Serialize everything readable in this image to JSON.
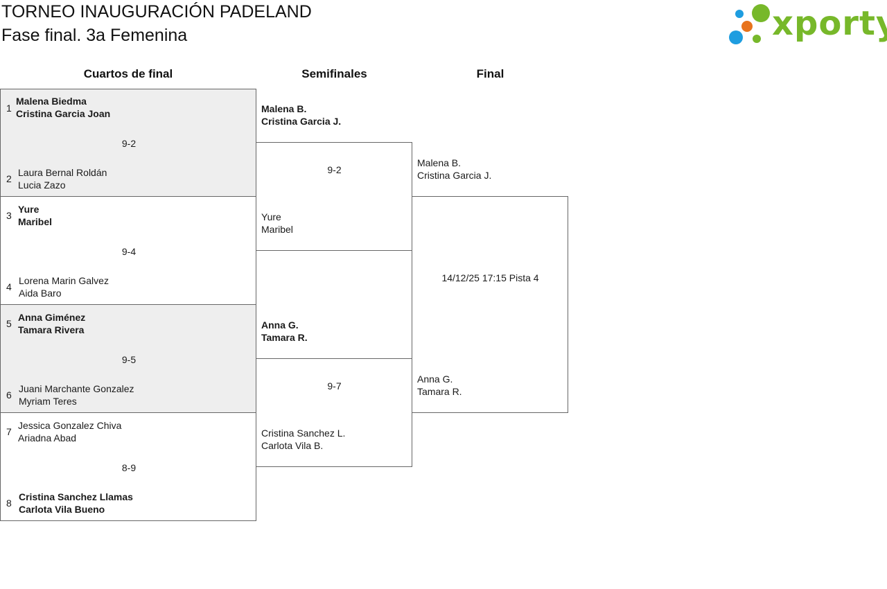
{
  "header": {
    "title": "TORNEO INAUGURACIÓN PADELAND",
    "subtitle": "Fase final. 3a Femenina"
  },
  "logo": {
    "text": "xporty",
    "colors": {
      "green": "#77b82a",
      "blue": "#1e9de0",
      "orange": "#e8731c"
    }
  },
  "rounds": {
    "quarterfinals": "Cuartos de final",
    "semifinals": "Semifinales",
    "final": "Final"
  },
  "quarterfinals": [
    {
      "top": {
        "seed": "1",
        "p1": "Malena Biedma",
        "p2": "Cristina Garcia Joan",
        "winner": true
      },
      "score": "9-2",
      "bottom": {
        "seed": "2",
        "p1": "Laura Bernal Roldán",
        "p2": "Lucia Zazo",
        "winner": false
      }
    },
    {
      "top": {
        "seed": "3",
        "p1": "Yure",
        "p2": "Maribel",
        "winner": true
      },
      "score": "9-4",
      "bottom": {
        "seed": "4",
        "p1": "Lorena Marin Galvez",
        "p2": "Aida Baro",
        "winner": false
      }
    },
    {
      "top": {
        "seed": "5",
        "p1": "Anna Giménez",
        "p2": "Tamara Rivera",
        "winner": true
      },
      "score": "9-5",
      "bottom": {
        "seed": "6",
        "p1": "Juani Marchante Gonzalez",
        "p2": "Myriam Teres",
        "winner": false
      }
    },
    {
      "top": {
        "seed": "7",
        "p1": "Jessica Gonzalez Chiva",
        "p2": "Ariadna Abad",
        "winner": false
      },
      "score": "8-9",
      "bottom": {
        "seed": "8",
        "p1": "Cristina Sanchez Llamas",
        "p2": "Carlota Vila Bueno",
        "winner": true
      }
    }
  ],
  "semifinals": [
    {
      "top": {
        "p1": "Malena B.",
        "p2": "Cristina Garcia J.",
        "winner": true
      },
      "score": "9-2",
      "bottom": {
        "p1": "Yure",
        "p2": "Maribel",
        "winner": false
      }
    },
    {
      "top": {
        "p1": "Anna G.",
        "p2": "Tamara R.",
        "winner": true
      },
      "score": "9-7",
      "bottom": {
        "p1": "Cristina Sanchez L.",
        "p2": "Carlota Vila B.",
        "winner": false
      }
    }
  ],
  "final": {
    "top": {
      "p1": "Malena B.",
      "p2": "Cristina Garcia J."
    },
    "schedule": "14/12/25 17:15 Pista 4",
    "bottom": {
      "p1": "Anna G.",
      "p2": "Tamara R."
    }
  }
}
